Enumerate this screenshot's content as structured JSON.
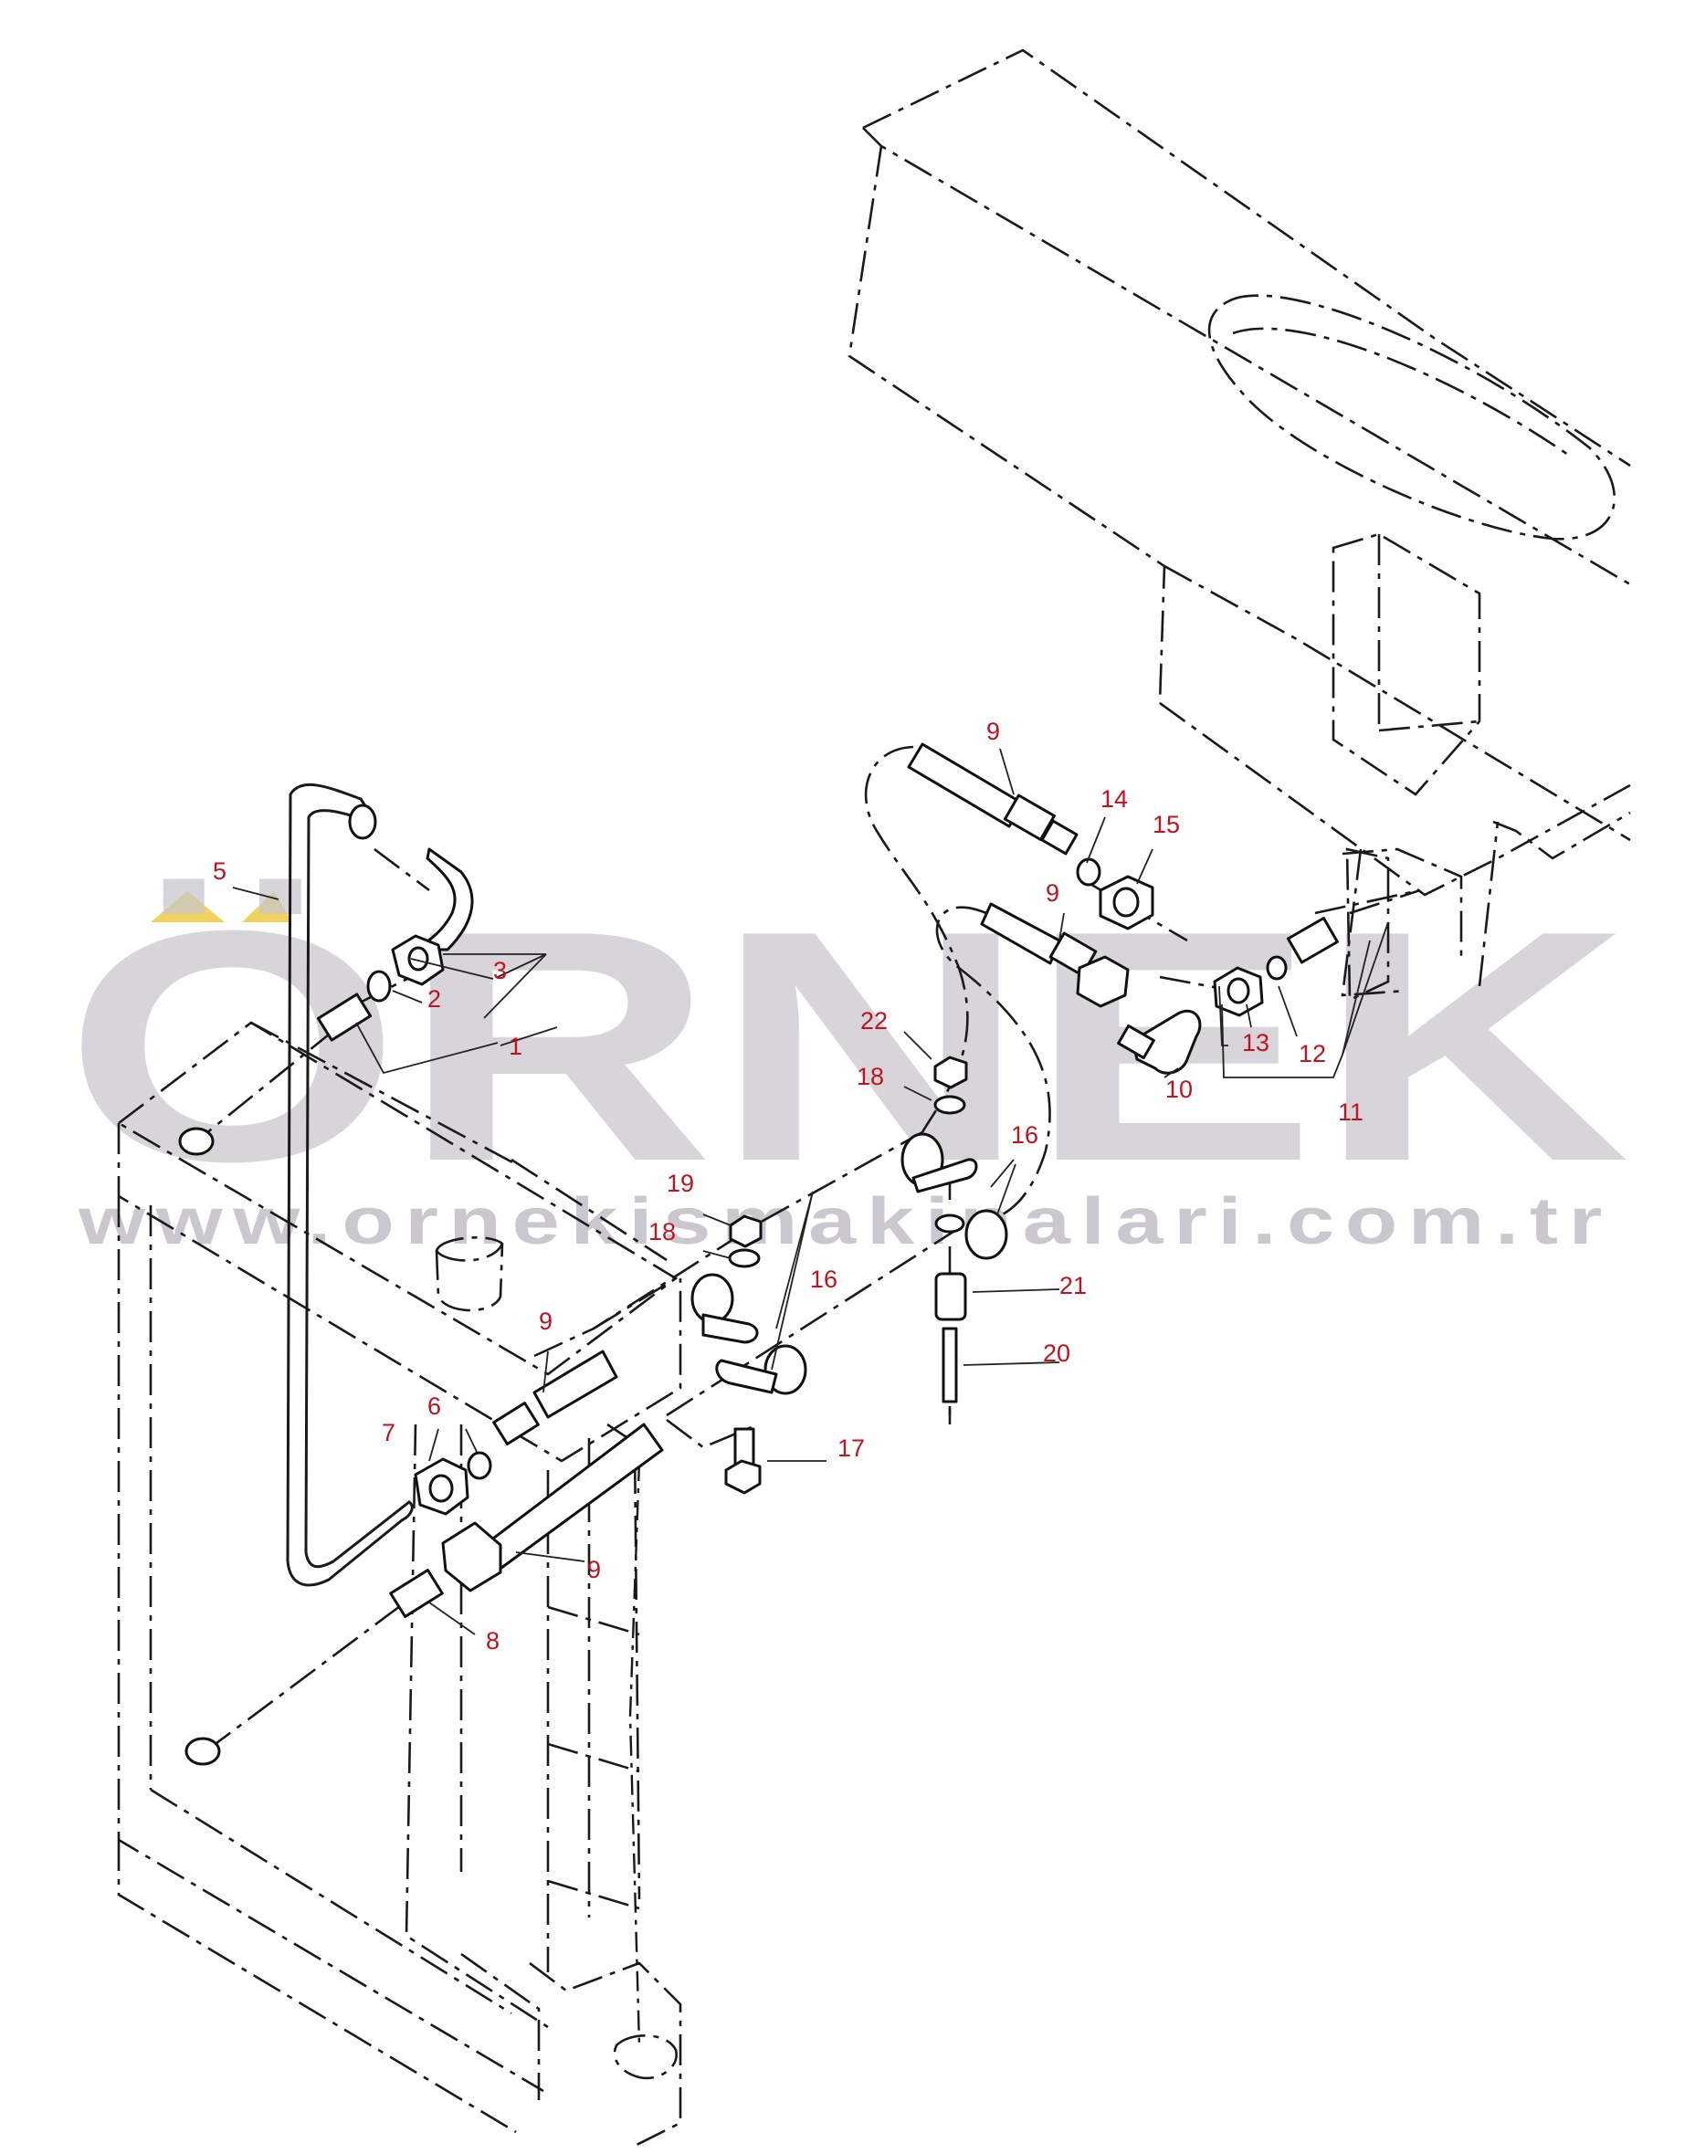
{
  "watermark": {
    "brand": "ÖRNEK",
    "url": "www.ornekismakinalari.com.tr",
    "accent_color": "#f2d25e",
    "text_color": "#c8c6cc"
  },
  "callouts": [
    "1",
    "2",
    "3",
    "5",
    "6",
    "7",
    "8",
    "9",
    "9",
    "9",
    "9",
    "10",
    "11",
    "12",
    "13",
    "14",
    "15",
    "16",
    "16",
    "17",
    "18",
    "18",
    "19",
    "20",
    "21",
    "22"
  ],
  "colors": {
    "callout": "#c1121f",
    "line": "#1a1a1a"
  }
}
